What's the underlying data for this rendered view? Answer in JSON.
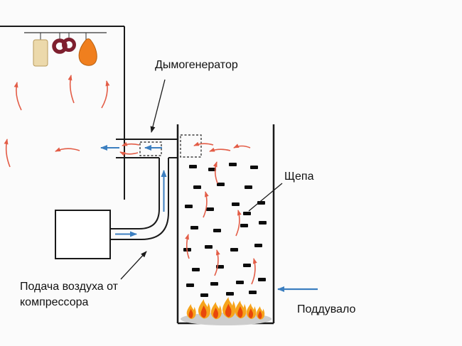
{
  "labels": {
    "smoke_generator": "Дымогенератор",
    "wood_chips": "Щепа",
    "air_supply_line1": "Подача воздуха от",
    "air_supply_line2": "компрессора",
    "blower": "Поддувало"
  },
  "colors": {
    "smoke_arrow": "#e35d47",
    "air_arrow": "#3c7fc0",
    "line": "#1a1a1a",
    "wood_chip": "#0d0d0d",
    "flame_outer": "#f6a41c",
    "flame_inner": "#e8470b",
    "ham": "#f07f1e",
    "sausage_ring": "#7e1f2e",
    "bacon": "#ecd9ab",
    "ash_base": "#cdcdcd",
    "background": "#fbfbfb"
  }
}
